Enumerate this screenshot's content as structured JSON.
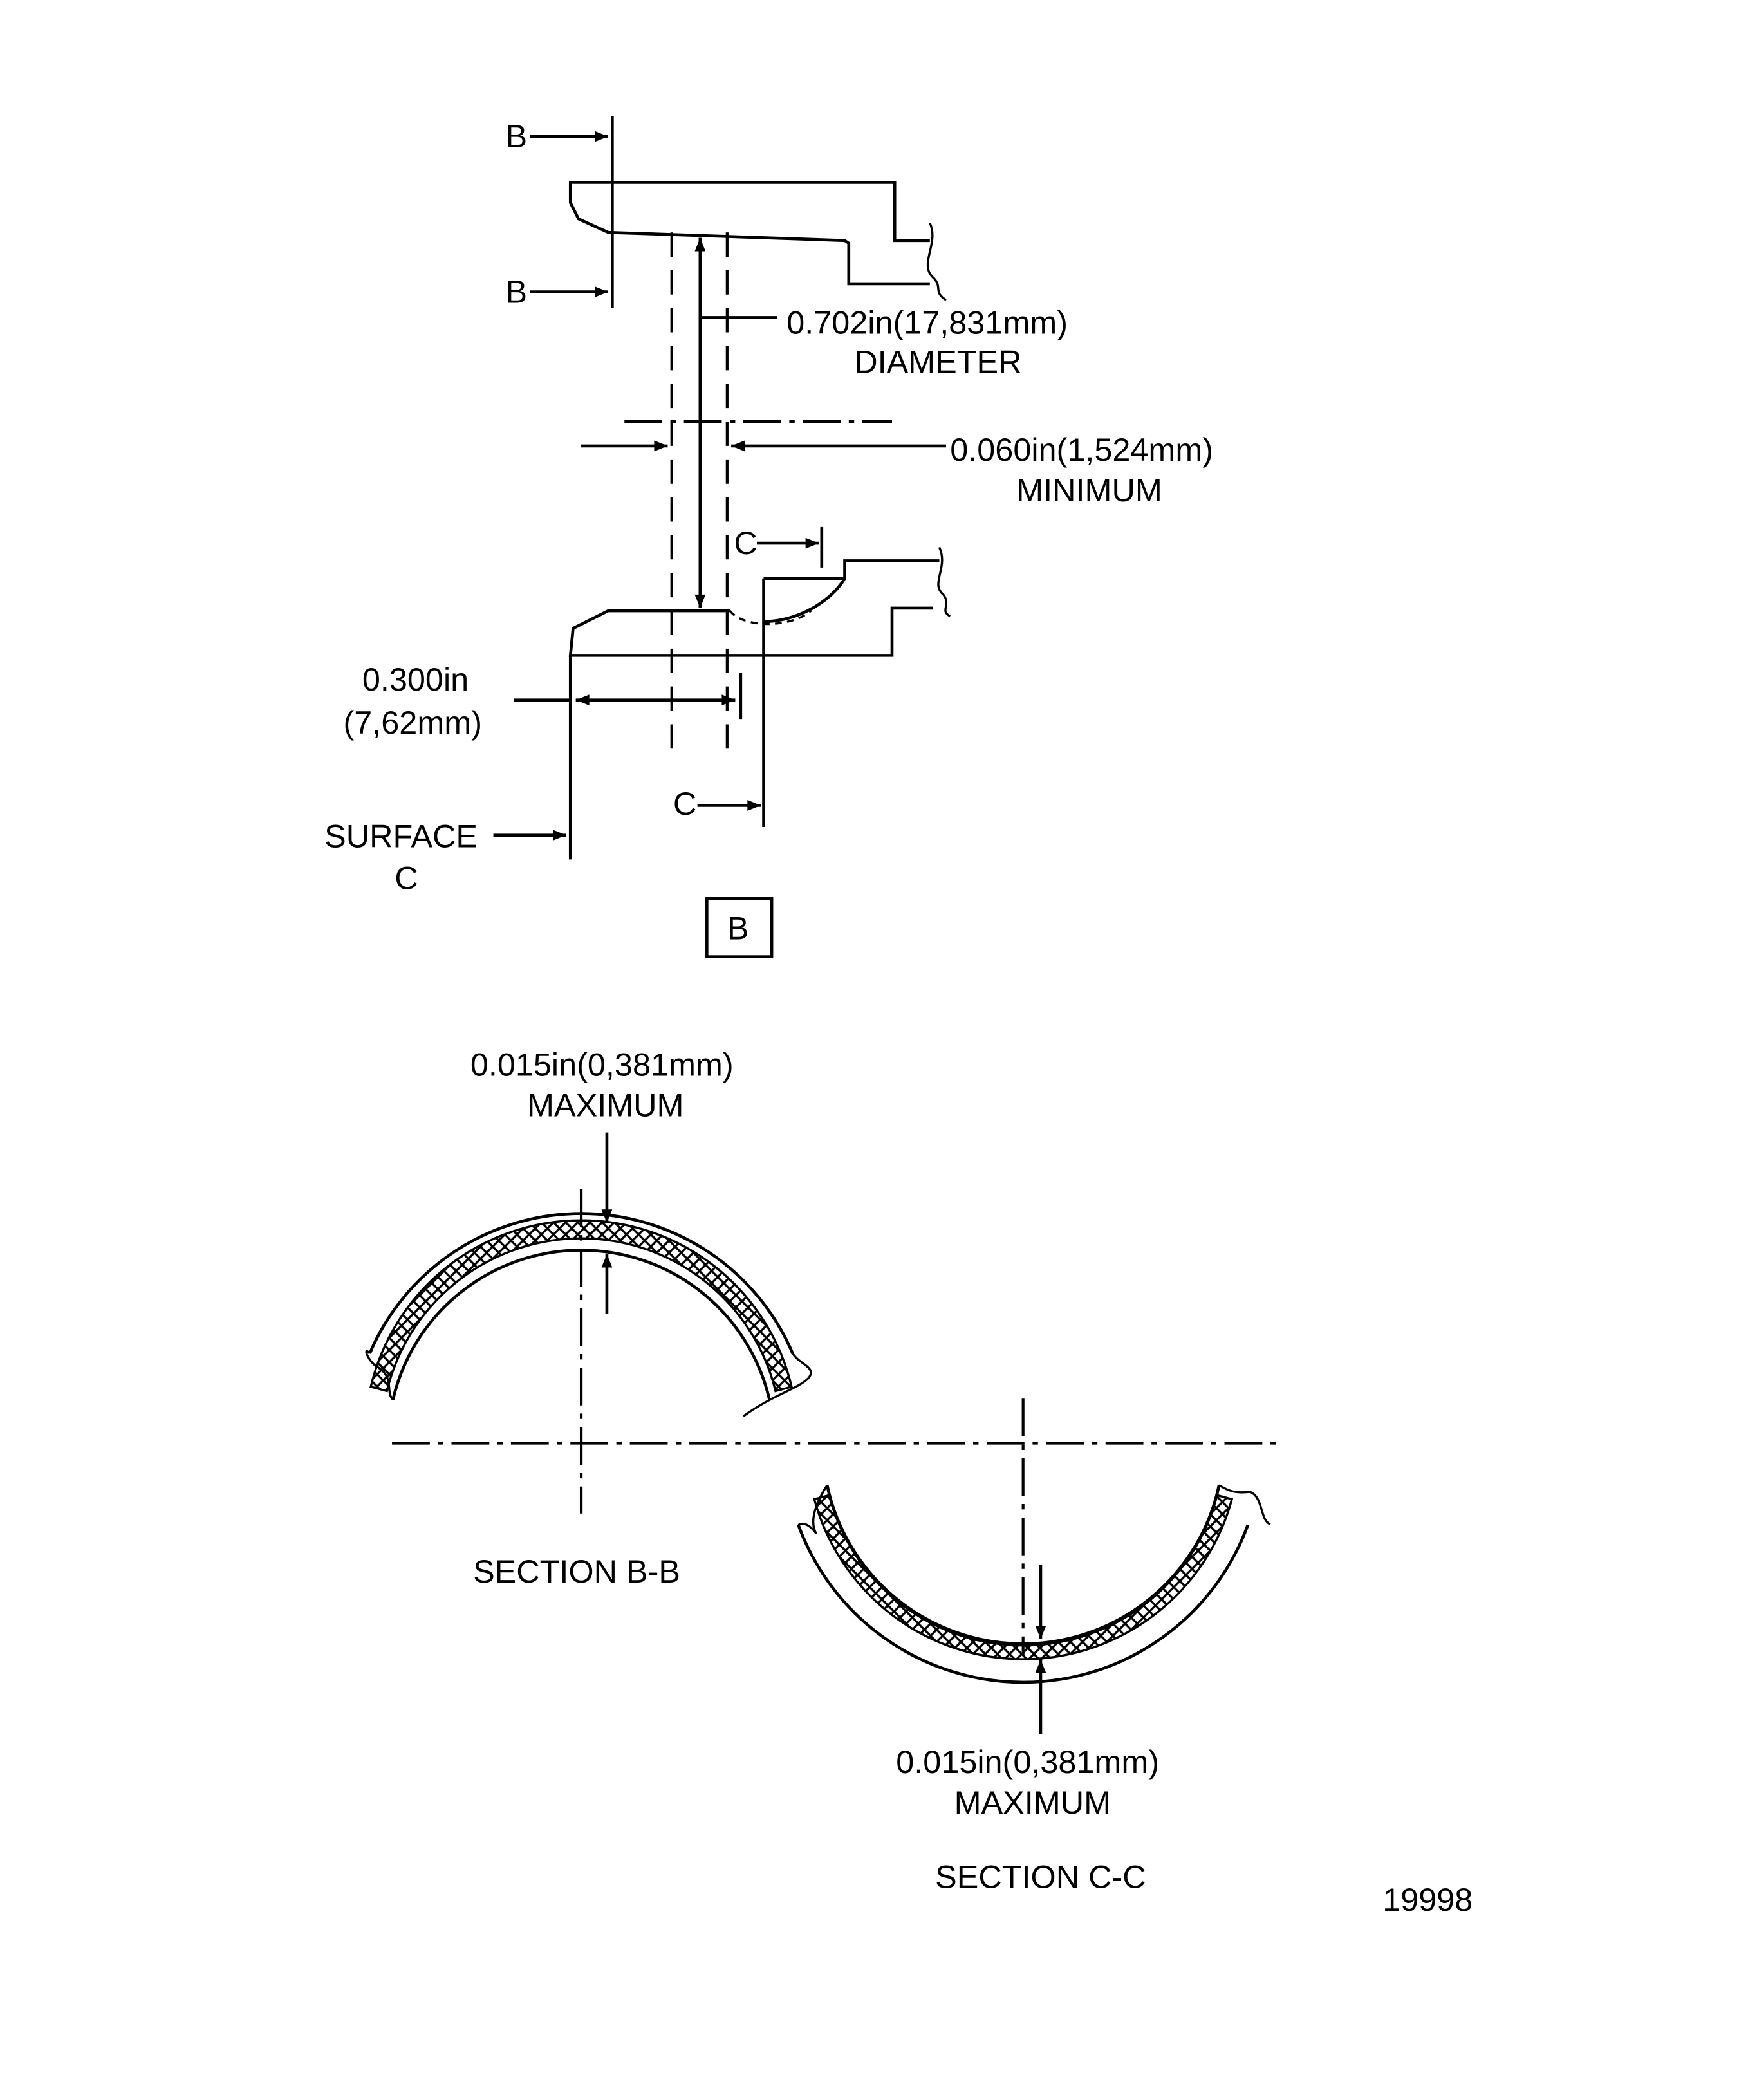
{
  "detail_b": {
    "section_marker_b_upper": "B",
    "section_marker_b_lower": "B",
    "section_marker_c_upper": "C",
    "section_marker_c_lower": "C",
    "diameter_value": "0.702in(17,831mm)",
    "diameter_label": "DIAMETER",
    "minimum_value": "0.060in(1,524mm)",
    "minimum_label": "MINIMUM",
    "depth_value_in": "0.300in",
    "depth_value_mm": "(7,62mm)",
    "surface_label": "SURFACE",
    "surface_letter": "C",
    "detail_label": "B"
  },
  "section_bb": {
    "max_value": "0.015in(0,381mm)",
    "max_label": "MAXIMUM",
    "title": "SECTION B-B"
  },
  "section_cc": {
    "max_value": "0.015in(0,381mm)",
    "max_label": "MAXIMUM",
    "title": "SECTION C-C"
  },
  "figure_number": "19998"
}
